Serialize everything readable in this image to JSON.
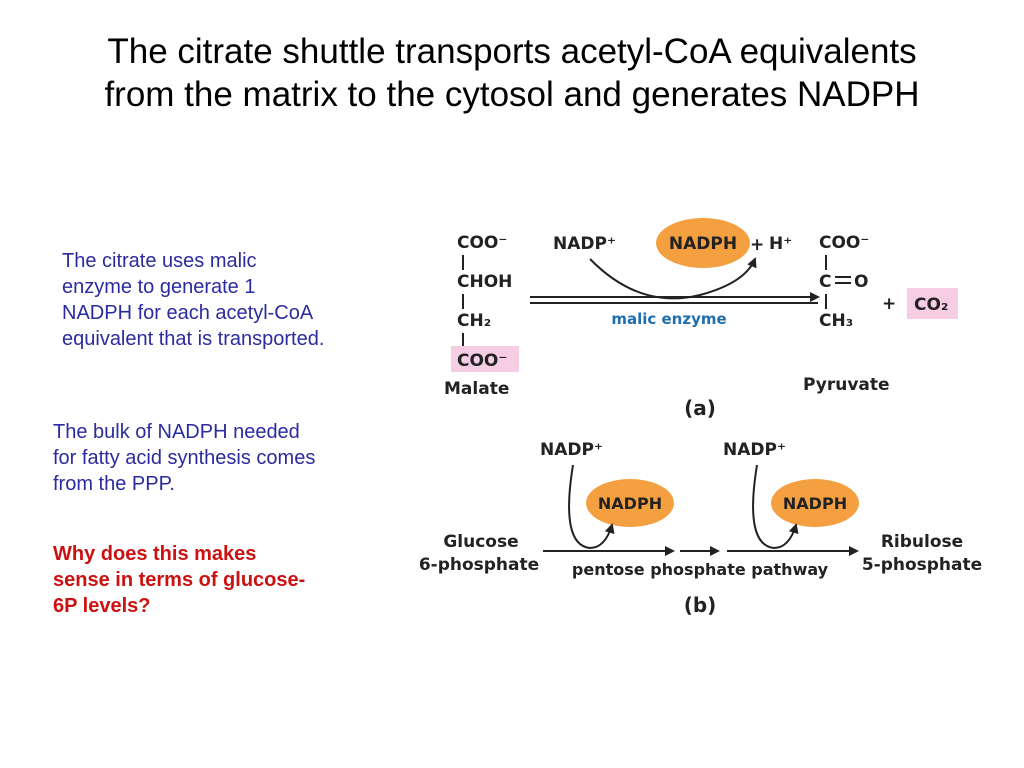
{
  "title": {
    "line1": "The citrate shuttle transports acetyl-CoA equivalents",
    "line2": "from the matrix to the cytosol and generates NADPH"
  },
  "text_left": {
    "p1": [
      "The citrate uses malic",
      "enzyme to generate 1",
      "NADPH for each acetyl-CoA",
      "equivalent that is transported."
    ],
    "p2": [
      "The bulk of NADPH needed",
      "for fatty acid synthesis comes",
      "from the PPP."
    ],
    "question": [
      "Why does this makes",
      "sense in terms of glucose-",
      "6P levels?"
    ]
  },
  "panel_a": {
    "malate": {
      "coo_top": "COO⁻",
      "chohs": "CHOH",
      "ch2": "CH₂",
      "coo_bottom": "COO⁻",
      "label": "Malate"
    },
    "nadp_plus": "NADP⁺",
    "nadph": "NADPH",
    "plus": "+",
    "h_plus": "H⁺",
    "enzyme": "malic enzyme",
    "pyruvate": {
      "coo": "COO⁻",
      "c": "C",
      "o": "O",
      "ch3": "CH₃",
      "label": "Pyruvate"
    },
    "plus2": "+",
    "co2": "CO₂",
    "panel_label": "(a)"
  },
  "panel_b": {
    "glucose_line1": "Glucose",
    "glucose_line2": "6-phosphate",
    "nadp_plus_1": "NADP⁺",
    "nadph_1": "NADPH",
    "nadp_plus_2": "NADP⁺",
    "nadph_2": "NADPH",
    "pathway": "pentose phosphate pathway",
    "ribulose_line1": "Ribulose",
    "ribulose_line2": "5-phosphate",
    "panel_label": "(b)"
  },
  "colors": {
    "nadph_oval": "#f5a040",
    "highlight_pink": "#f6cde3",
    "enzyme_blue": "#1f6fae",
    "blurb_blue": "#2b2ba0",
    "question_red": "#cc1111"
  }
}
